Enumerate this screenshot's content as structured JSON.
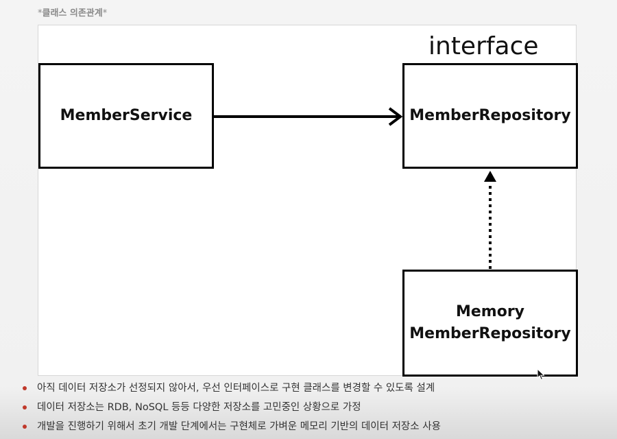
{
  "caption": {
    "prefix": "*",
    "title": "클래스 의존관계",
    "suffix": "*"
  },
  "diagram": {
    "interface_label": "interface",
    "nodes": {
      "member_service": {
        "lines": [
          "MemberService"
        ]
      },
      "member_repository": {
        "lines": [
          "MemberRepository"
        ]
      },
      "memory_member_repository": {
        "lines": [
          "Memory",
          "MemberRepository"
        ]
      }
    },
    "edges": [
      {
        "from": "member_service",
        "to": "member_repository",
        "style": "solid",
        "kind": "dependency"
      },
      {
        "from": "memory_member_repository",
        "to": "member_repository",
        "style": "dotted",
        "kind": "implementation"
      }
    ]
  },
  "bullets": [
    "아직 데이터 저장소가 선정되지 않아서, 우선 인터페이스로 구현 클래스를 변경할 수 있도록 설계",
    "데이터 저장소는 RDB, NoSQL 등등 다양한 저장소를 고민중인 상황으로 가정",
    "개발을 진행하기 위해서 초기 개발 단계에서는 구현체로 가벼운 메모리 기반의 데이터 저장소 사용"
  ],
  "colors": {
    "bullet_dot": "#c0392b",
    "box_border": "#000000",
    "caption_text": "#8a8a8a"
  },
  "icons": {
    "cursor": "mouse-pointer-icon"
  }
}
